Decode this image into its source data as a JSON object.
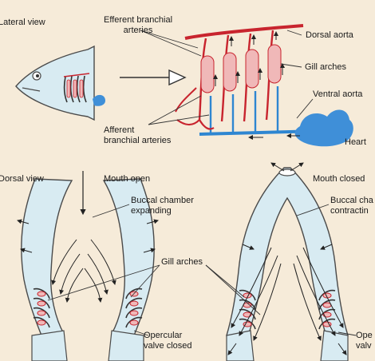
{
  "colors": {
    "background": "#f6ebd9",
    "efferent_vessel": "#c8242e",
    "afferent_vessel": "#2e86d1",
    "heart": "#3f8fd8",
    "gill_arch_fill": "#f0b8b8",
    "body_fill": "#d8ebf2",
    "outline": "#4a4a4a"
  },
  "labels": {
    "lateral_view": "Lateral view",
    "efferent_line1": "Efferent branchial",
    "efferent_line2": "arteries",
    "dorsal_aorta": "Dorsal aorta",
    "gill_arches_top": "Gill arches",
    "ventral_aorta": "Ventral aorta",
    "afferent_line1": "Afferent",
    "afferent_line2": "branchial arteries",
    "heart": "Heart",
    "dorsal_view": "Dorsal view",
    "mouth_open": "Mouth open",
    "buccal_expanding_line1": "Buccal chamber",
    "buccal_expanding_line2": "expanding",
    "gill_arches_bottom": "Gill arches",
    "opercular_line1": "Opercular",
    "opercular_line2": "valve closed",
    "mouth_closed": "Mouth closed",
    "buccal_contracting_line1": "Buccal cha",
    "buccal_contracting_line2": "contractin",
    "opercular_right_line1": "Ope",
    "opercular_right_line2": "valv"
  }
}
